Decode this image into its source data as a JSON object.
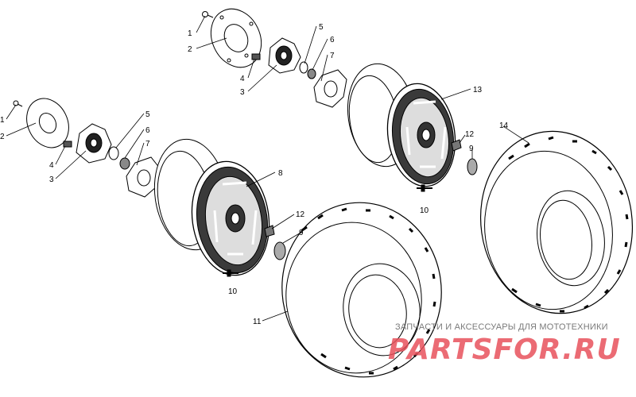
{
  "diagram": {
    "callouts": [
      "1",
      "2",
      "4",
      "3",
      "5",
      "6",
      "7",
      "13",
      "12",
      "9",
      "10",
      "14",
      "1",
      "2",
      "4",
      "3",
      "5",
      "6",
      "7",
      "8",
      "12",
      "9",
      "10",
      "11"
    ]
  },
  "watermark": {
    "subtitle": "ЗАПЧАСТИ И АКСЕССУАРЫ ДЛЯ МОТОТЕХНИКИ",
    "brand": "PARTSFOR.RU",
    "color": "#e8525c"
  }
}
